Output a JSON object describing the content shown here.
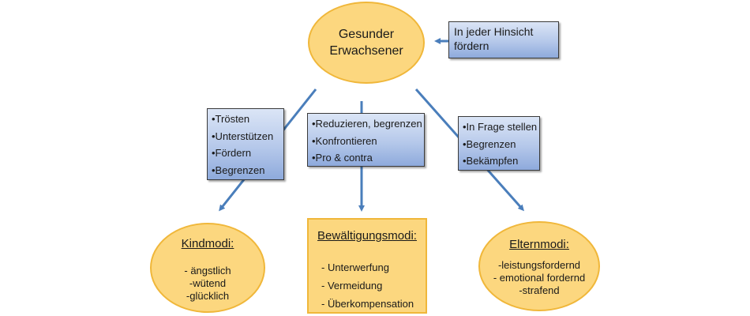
{
  "diagram": {
    "center": {
      "line1": "Gesunder",
      "line2": "Erwachsener"
    },
    "side_note": {
      "line1": "In jeder Hinsicht",
      "line2": "fördern"
    },
    "left_actions": [
      "•Trösten",
      "•Unterstützen",
      "•Fördern",
      "•Begrenzen"
    ],
    "center_actions": [
      "•Reduzieren,  begrenzen",
      "•Konfrontieren",
      "•Pro & contra"
    ],
    "right_actions": [
      "•In Frage stellen",
      "•Begrenzen",
      "•Bekämpfen"
    ],
    "child_modes": {
      "title": "Kindmodi:",
      "items": [
        "- ängstlich",
        "-wütend",
        "-glücklich"
      ]
    },
    "coping_modes": {
      "title": "Bewältigungsmodi:",
      "items": [
        "- Unterwerfung",
        "- Vermeidung",
        "- Überkompensation"
      ]
    },
    "parent_modes": {
      "title": "Elternmodi:",
      "items": [
        "-leistungsfordernd",
        "- emotional fordernd",
        "-strafend"
      ]
    }
  },
  "colors": {
    "ellipse_fill": "#fcd77f",
    "ellipse_border": "#f0b73a",
    "arrow": "#4a7ebb",
    "box_gradient_top": "#dbe5f6",
    "box_gradient_bottom": "#8eaadc"
  }
}
